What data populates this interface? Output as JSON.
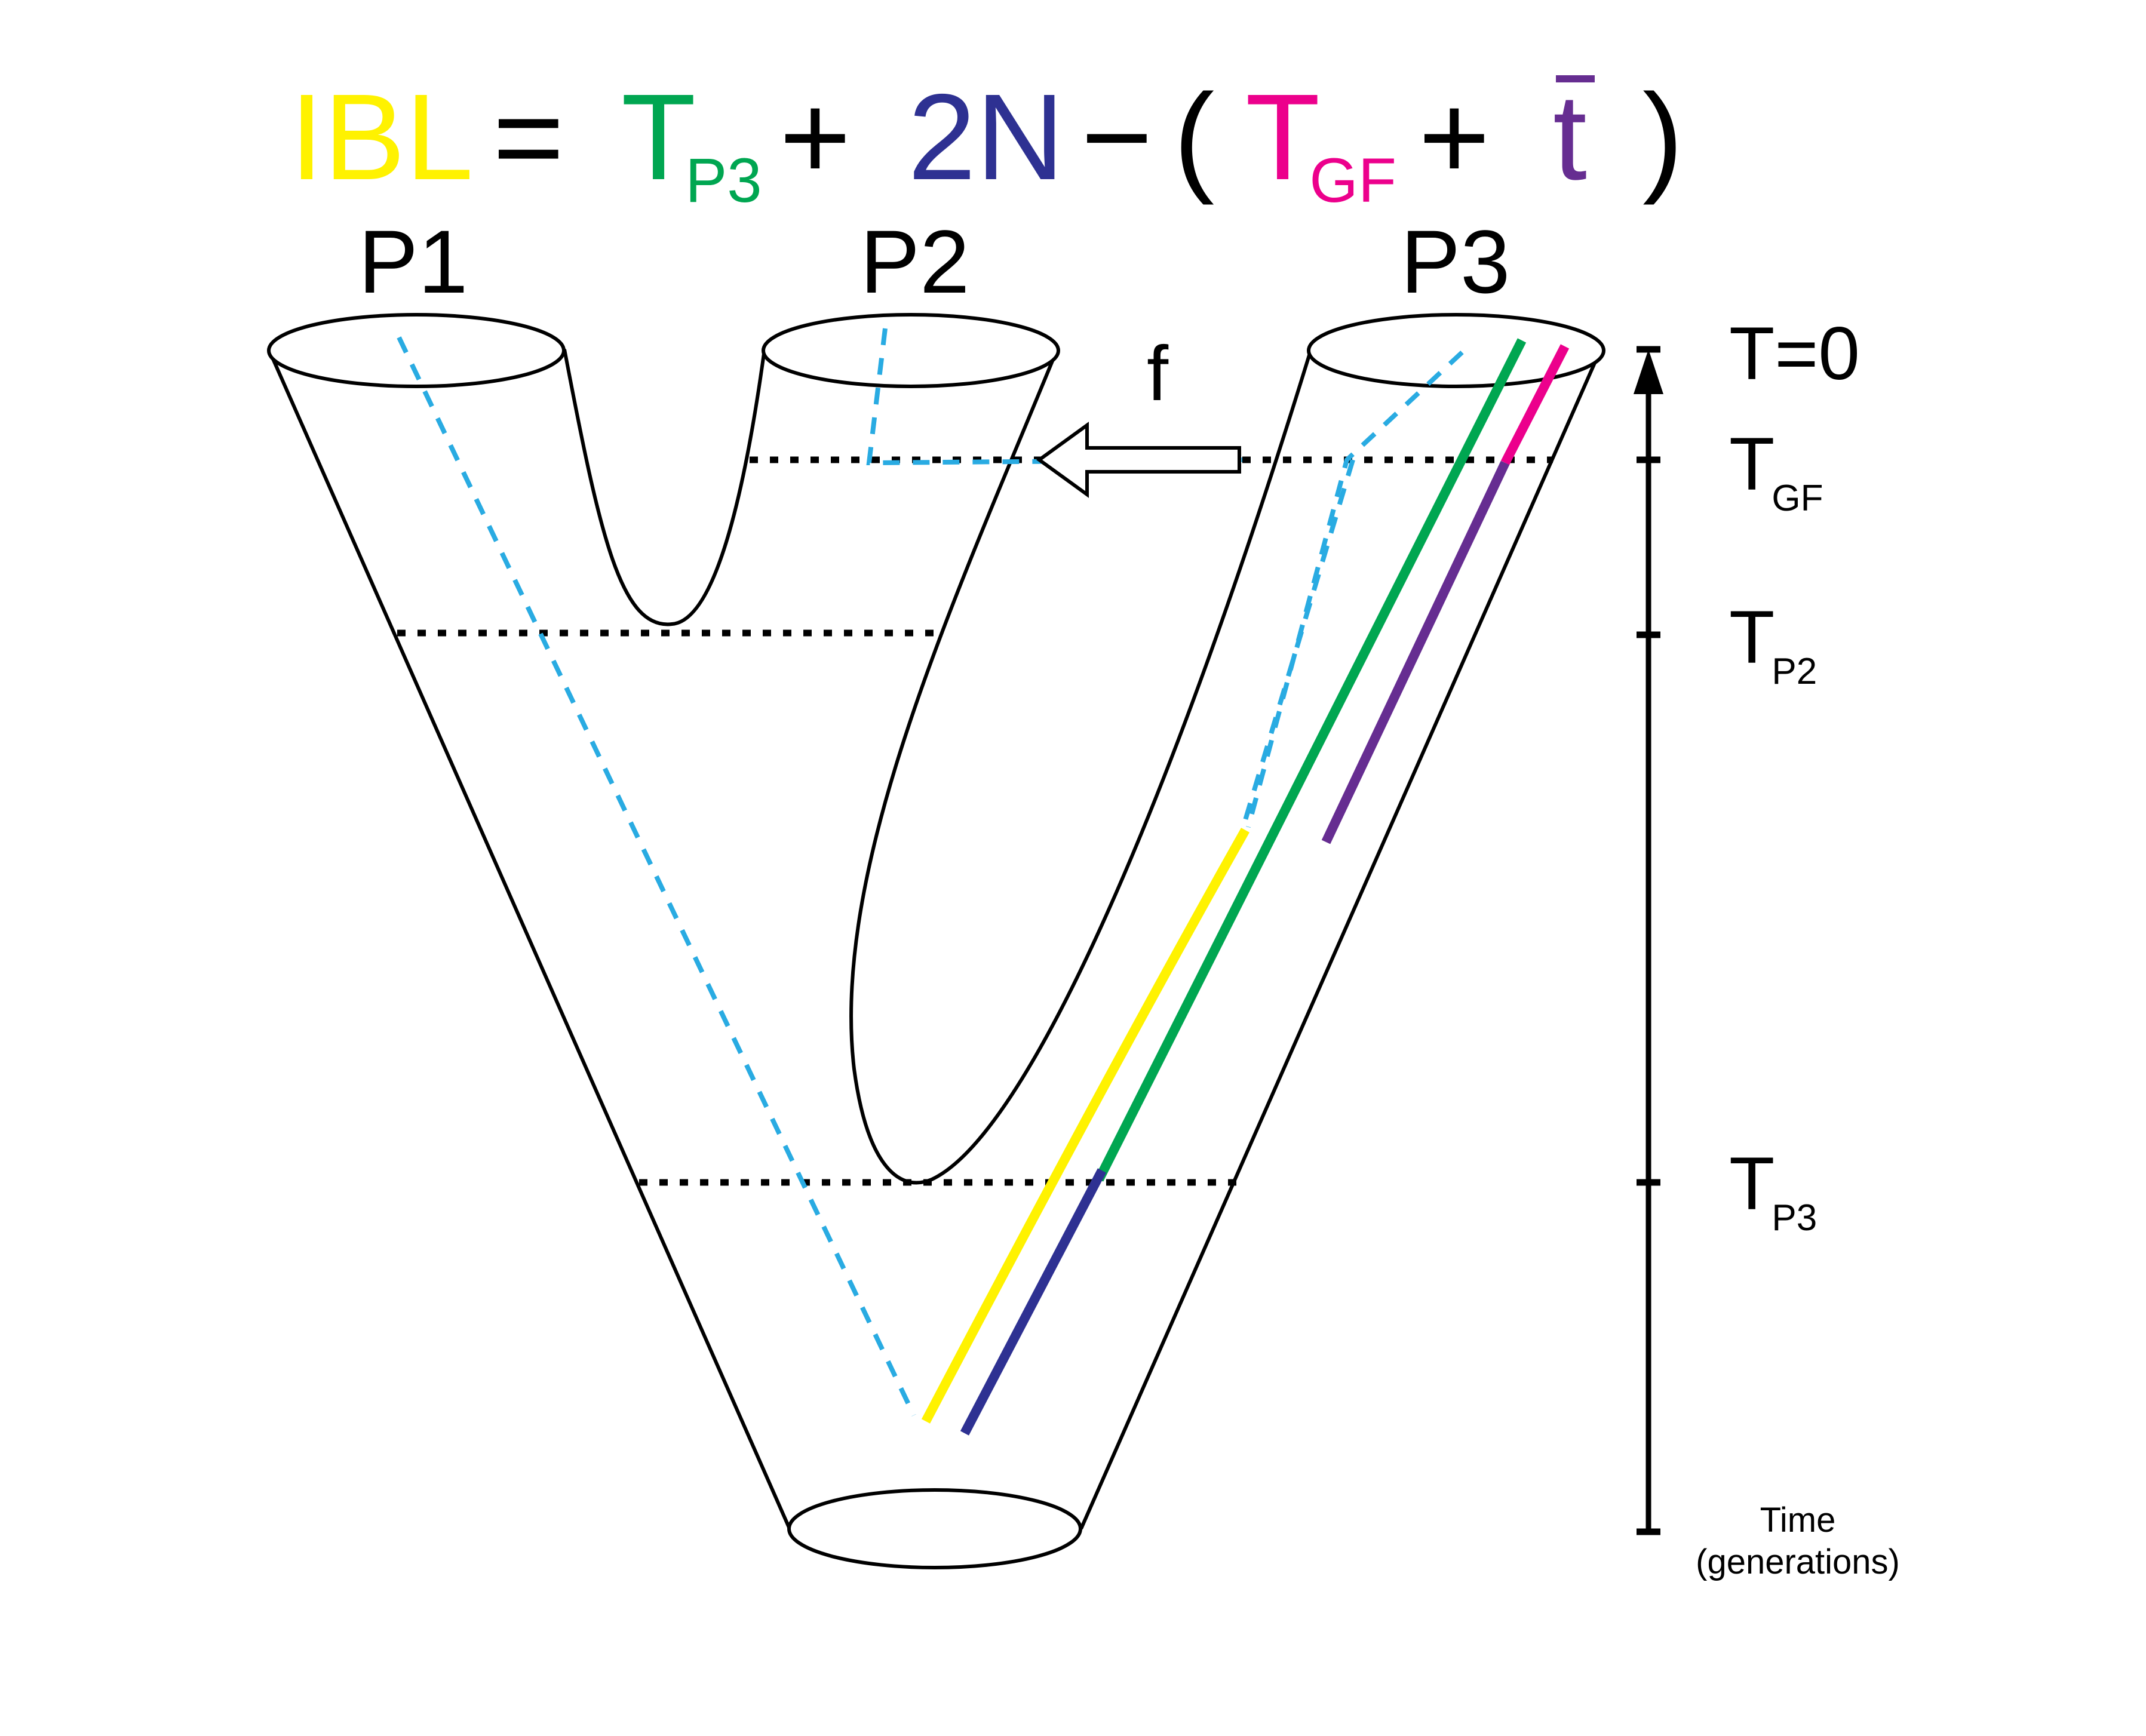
{
  "equation": {
    "ibl": "IBL",
    "equals": "=",
    "t_main": "T",
    "t_sub": "P3",
    "plus1": "+",
    "two_n": "2N",
    "minus": "−",
    "lparen": "(",
    "tgf_main": "T",
    "tgf_sub": "GF",
    "plus2": "+",
    "tbar": "t",
    "rparen": ")"
  },
  "populations": {
    "p1": "P1",
    "p2": "P2",
    "p3": "P3"
  },
  "gene_flow_label": "f",
  "time_axis": {
    "t0": "T=0",
    "tgf_main": "T",
    "tgf_sub": "GF",
    "tp2_main": "T",
    "tp2_sub": "P2",
    "tp3_main": "T",
    "tp3_sub": "P3",
    "label_line1": "Time",
    "label_line2": "(generations)"
  },
  "colors": {
    "ibl": "#fff200",
    "t_p3": "#00a651",
    "two_n": "#2e3192",
    "t_gf": "#ec008c",
    "t_bar": "#662d91",
    "lineage": "#29abe2",
    "outline": "#000000"
  }
}
